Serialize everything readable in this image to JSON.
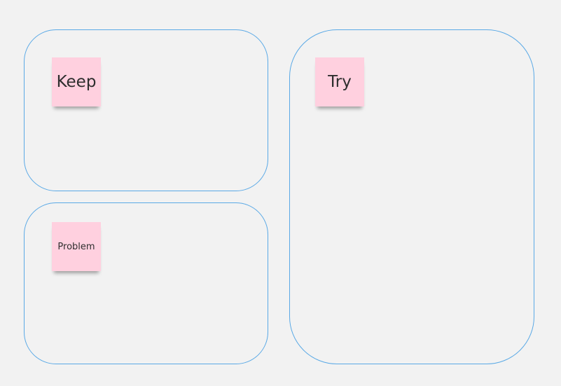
{
  "board": {
    "background": "#f2f2f2",
    "frame_border_color": "#5aa9e6",
    "sticky_color": "#ffd0df"
  },
  "stickies": {
    "keep": "Keep",
    "try": "Try",
    "problem": "Problem"
  }
}
